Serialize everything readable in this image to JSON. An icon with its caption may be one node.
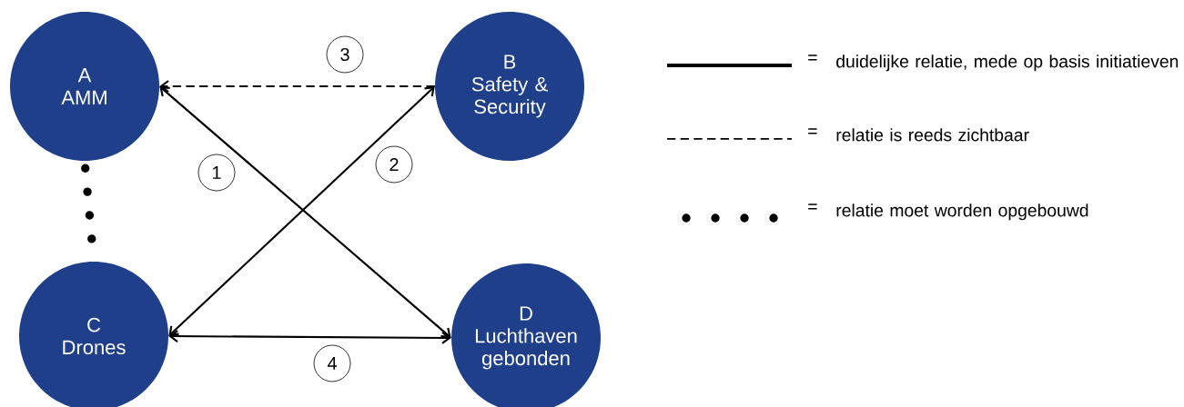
{
  "diagram": {
    "nodes": [
      {
        "text": [
          "A",
          "AMM"
        ]
      },
      {
        "text": [
          "B",
          "Safety & Security"
        ]
      },
      {
        "text": [
          "C",
          "Drones"
        ]
      },
      {
        "text": [
          "D",
          "Luchthaven gebonden"
        ]
      }
    ],
    "edges": [
      {
        "from": 3,
        "to": 0,
        "arrow": "both",
        "label": "1"
      },
      {
        "from": 2,
        "to": 1,
        "arrow": "both",
        "label": "2"
      },
      {
        "from": 1,
        "to": 0,
        "arrow": "to",
        "label": "3",
        "style": "dashed"
      },
      {
        "from": 2,
        "to": 3,
        "arrow": "both",
        "label": "4"
      },
      {
        "from": 0,
        "to": 2,
        "arrow": "none",
        "style": "dashed"
      }
    ],
    "labels": [
      "=",
      "=",
      "="
    ],
    "legend": [
      {
        "text": "duidelijke relatie, mede op basis initiatieven"
      },
      {
        "text": "relatie is reeds zichtbaar"
      },
      {
        "text": "relatie moet worden opgebouwd"
      }
    ]
  }
}
